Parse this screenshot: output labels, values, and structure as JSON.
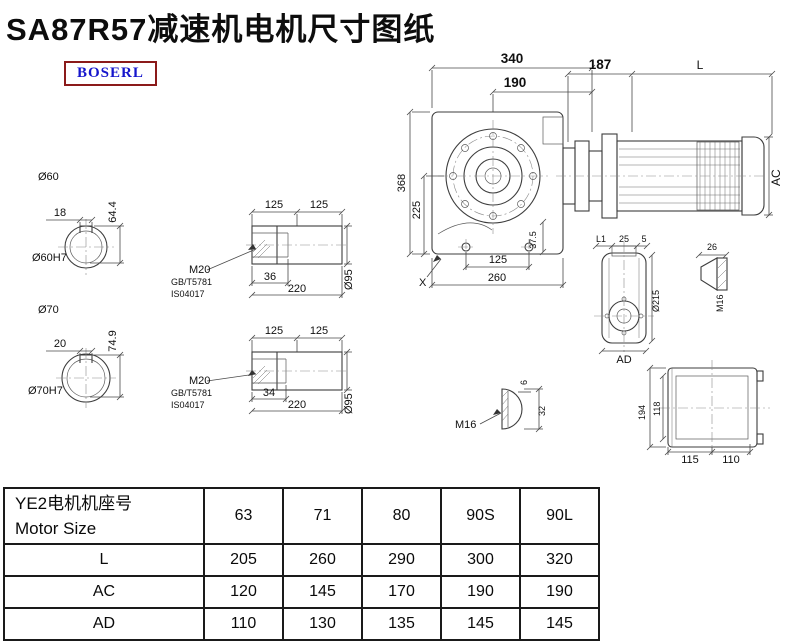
{
  "title": "SA87R57减速机电机尺寸图纸",
  "brand": "BOSERL",
  "drawing": {
    "shaft60": {
      "dia": "Ø60",
      "key_w": "18",
      "depth": "64.4",
      "fit": "Ø60H7"
    },
    "shaft70": {
      "dia": "Ø70",
      "key_w": "20",
      "depth": "74.9",
      "fit": "Ø70H7"
    },
    "shaftTop": {
      "l1": "125",
      "l2": "125",
      "thread": "M20",
      "std1": "GB/T5781",
      "std2": "IS04017",
      "key": "36",
      "len": "220",
      "dia": "Ø95"
    },
    "shaftBot": {
      "l1": "125",
      "l2": "125",
      "thread": "M20",
      "std1": "GB/T5781",
      "std2": "IS04017",
      "key": "34",
      "len": "220",
      "dia": "Ø95"
    },
    "main": {
      "w": "340",
      "flange": "190",
      "h": "368",
      "ch": "225",
      "foot": "37.5",
      "holes": "125",
      "base": "260",
      "mark": "X"
    },
    "motor": {
      "adapter": "187",
      "len": "L",
      "ac": "AC"
    },
    "side": {
      "l1": "L1",
      "d25": "25",
      "d5": "5",
      "dia": "Ø215",
      "ad": "AD"
    },
    "breather": {
      "d26": "26",
      "thread": "M16"
    },
    "plug": {
      "thread": "M16",
      "d6": "6",
      "d32": "32"
    },
    "rear": {
      "h": "194",
      "ih": "118",
      "w1": "115",
      "w2": "110"
    }
  },
  "table": {
    "header_cn": "YE2电机机座号",
    "header_en": "Motor Size",
    "sizes": [
      "63",
      "71",
      "80",
      "90S",
      "90L"
    ],
    "rows": [
      {
        "label": "L",
        "values": [
          "205",
          "260",
          "290",
          "300",
          "320"
        ]
      },
      {
        "label": "AC",
        "values": [
          "120",
          "145",
          "170",
          "190",
          "190"
        ]
      },
      {
        "label": "AD",
        "values": [
          "110",
          "130",
          "135",
          "145",
          "145"
        ]
      }
    ]
  }
}
